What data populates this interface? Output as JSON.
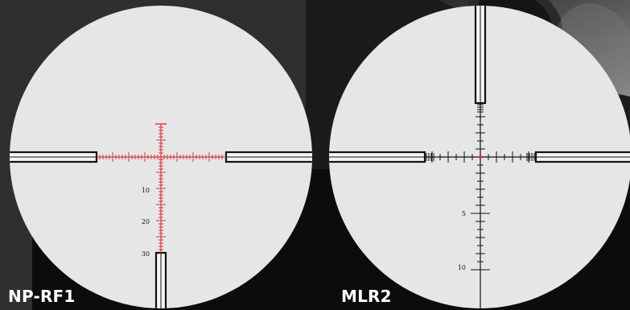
{
  "colors": {
    "background_dark": "#2e2f31",
    "background_black": "#0c0c0d",
    "lens_face": "#e6e6e6",
    "reticle_black": "#111111",
    "reticle_red": "#d9343a"
  },
  "reticles": [
    {
      "name": "NP-RF1",
      "line_color": "red",
      "tick_labels": [
        "10",
        "20",
        "30"
      ]
    },
    {
      "name": "MLR2",
      "line_color": "black",
      "tick_labels": [
        "5",
        "10"
      ]
    }
  ],
  "accessory": {
    "icon": "scope-tube-icon"
  }
}
